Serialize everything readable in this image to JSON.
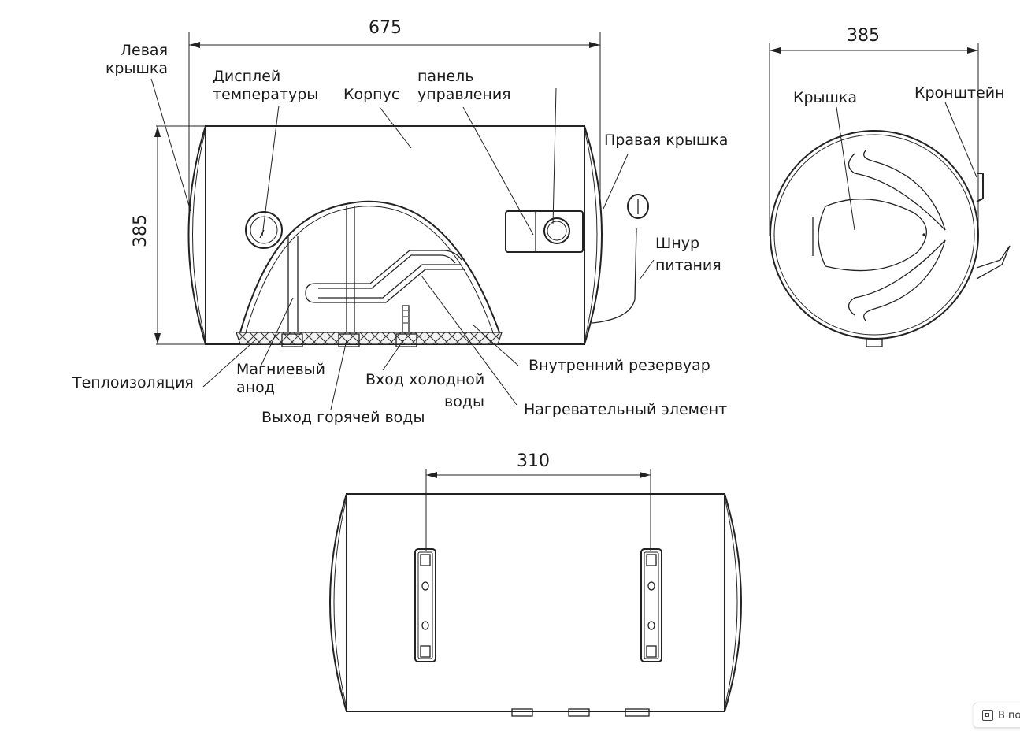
{
  "dimensions": {
    "front_width": "675",
    "front_height": "385",
    "side_width": "385",
    "bracket_spacing": "310"
  },
  "labels": {
    "left_cover_1": "Левая",
    "left_cover_2": "крышка",
    "temp_display_1": "Дисплей",
    "temp_display_2": "температуры",
    "body": "Корпус",
    "control_panel_1": "панель",
    "control_panel_2": "управления",
    "right_cover": "Правая крышка",
    "power_cord_1": "Шнур",
    "power_cord_2": "питания",
    "insulation": "Теплоизоляция",
    "anode_1": "Магниевый",
    "anode_2": "анод",
    "cold_in_1": "Вход холодной",
    "cold_in_2": "воды",
    "hot_out": "Выход горячей воды",
    "inner_tank": "Внутренний резервуар",
    "heating_element": "Нагревательный элемент",
    "side_cover": "Крышка",
    "side_bracket": "Кронштейн"
  },
  "ui": {
    "fullscreen_label": "В полноэкранном режиме"
  }
}
